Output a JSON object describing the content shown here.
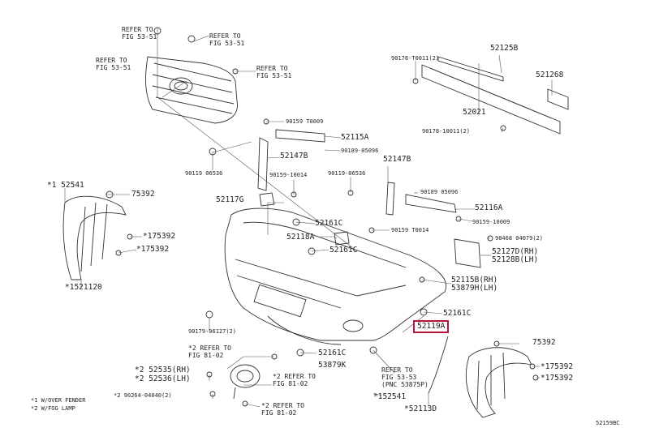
{
  "diagram_id": "52159BC",
  "highlight_color": "#b3163b",
  "labels": {
    "ref_53_51_a": "REFER TO\nFIG 53-51",
    "ref_53_51_b": "REFER TO\nFIG 53-51",
    "ref_53_51_c": "REFER TO\nFIG 53-51",
    "p52125B": "52125B",
    "p90178_1": "90178-T0011(2)",
    "p521268": "521268",
    "p52021": "52021",
    "p90178_2": "90178-10011(2)",
    "p90159_t9": "90159 T0009",
    "p52115A": "52115A",
    "p90189_05096a": "90189-05096",
    "p52147B_a": "52147B",
    "p52147B_b": "52147B",
    "p90119_06536a": "90119 06536",
    "p90159_10014": "90159-10014",
    "p90119_06536b": "90119-06536",
    "p52541": "*1 52541",
    "p75392_a": "75392",
    "p52117G": "52117G",
    "p90189_05096b": "90189 05096",
    "p52116A": "52116A",
    "p52161C_a": "52161C",
    "p90159_10009": "90159-10009",
    "p175392_a": "*175392",
    "p52118A": "52118A",
    "p90159_t14": "90159 T0014",
    "p90468": "90468 04079(2)",
    "p175392_b": "*175392",
    "p52161C_b": "52161C",
    "p52127D": "52127D(RH)",
    "p52128B": "52128B(LH)",
    "p521120": "*1521120",
    "p52115B": "52115B(RH)",
    "p53879H": "53879H(LH)",
    "p52161C_c": "52161C",
    "p90179_06127": "90179-06127(2)",
    "p52119A": "52119A",
    "ref_81_02_a": "*2 REFER TO\nFIG 81-02",
    "p52161C_d": "52161C",
    "p53879K": "53879K",
    "p75392_b": "75392",
    "p175392_c": "*175392",
    "p175392_d": "*175392",
    "p52535": "*2 52535(RH)",
    "p52536": "*2 52536(LH)",
    "ref_81_02_b": "*2 REFER TO\nFIG 81-02",
    "ref_53_53": "REFER TO\nFIG 53-53\n(PNC 53875P)",
    "p90264": "*2 90264-04040(2)",
    "p152541": "*152541",
    "ref_81_02_c": "*2 REFER TO\nFIG 81-02",
    "p52113D": "*52113D",
    "legend_1": "*1 W/OVER FENDER",
    "legend_2": "*2 W/FOG LAMP"
  }
}
